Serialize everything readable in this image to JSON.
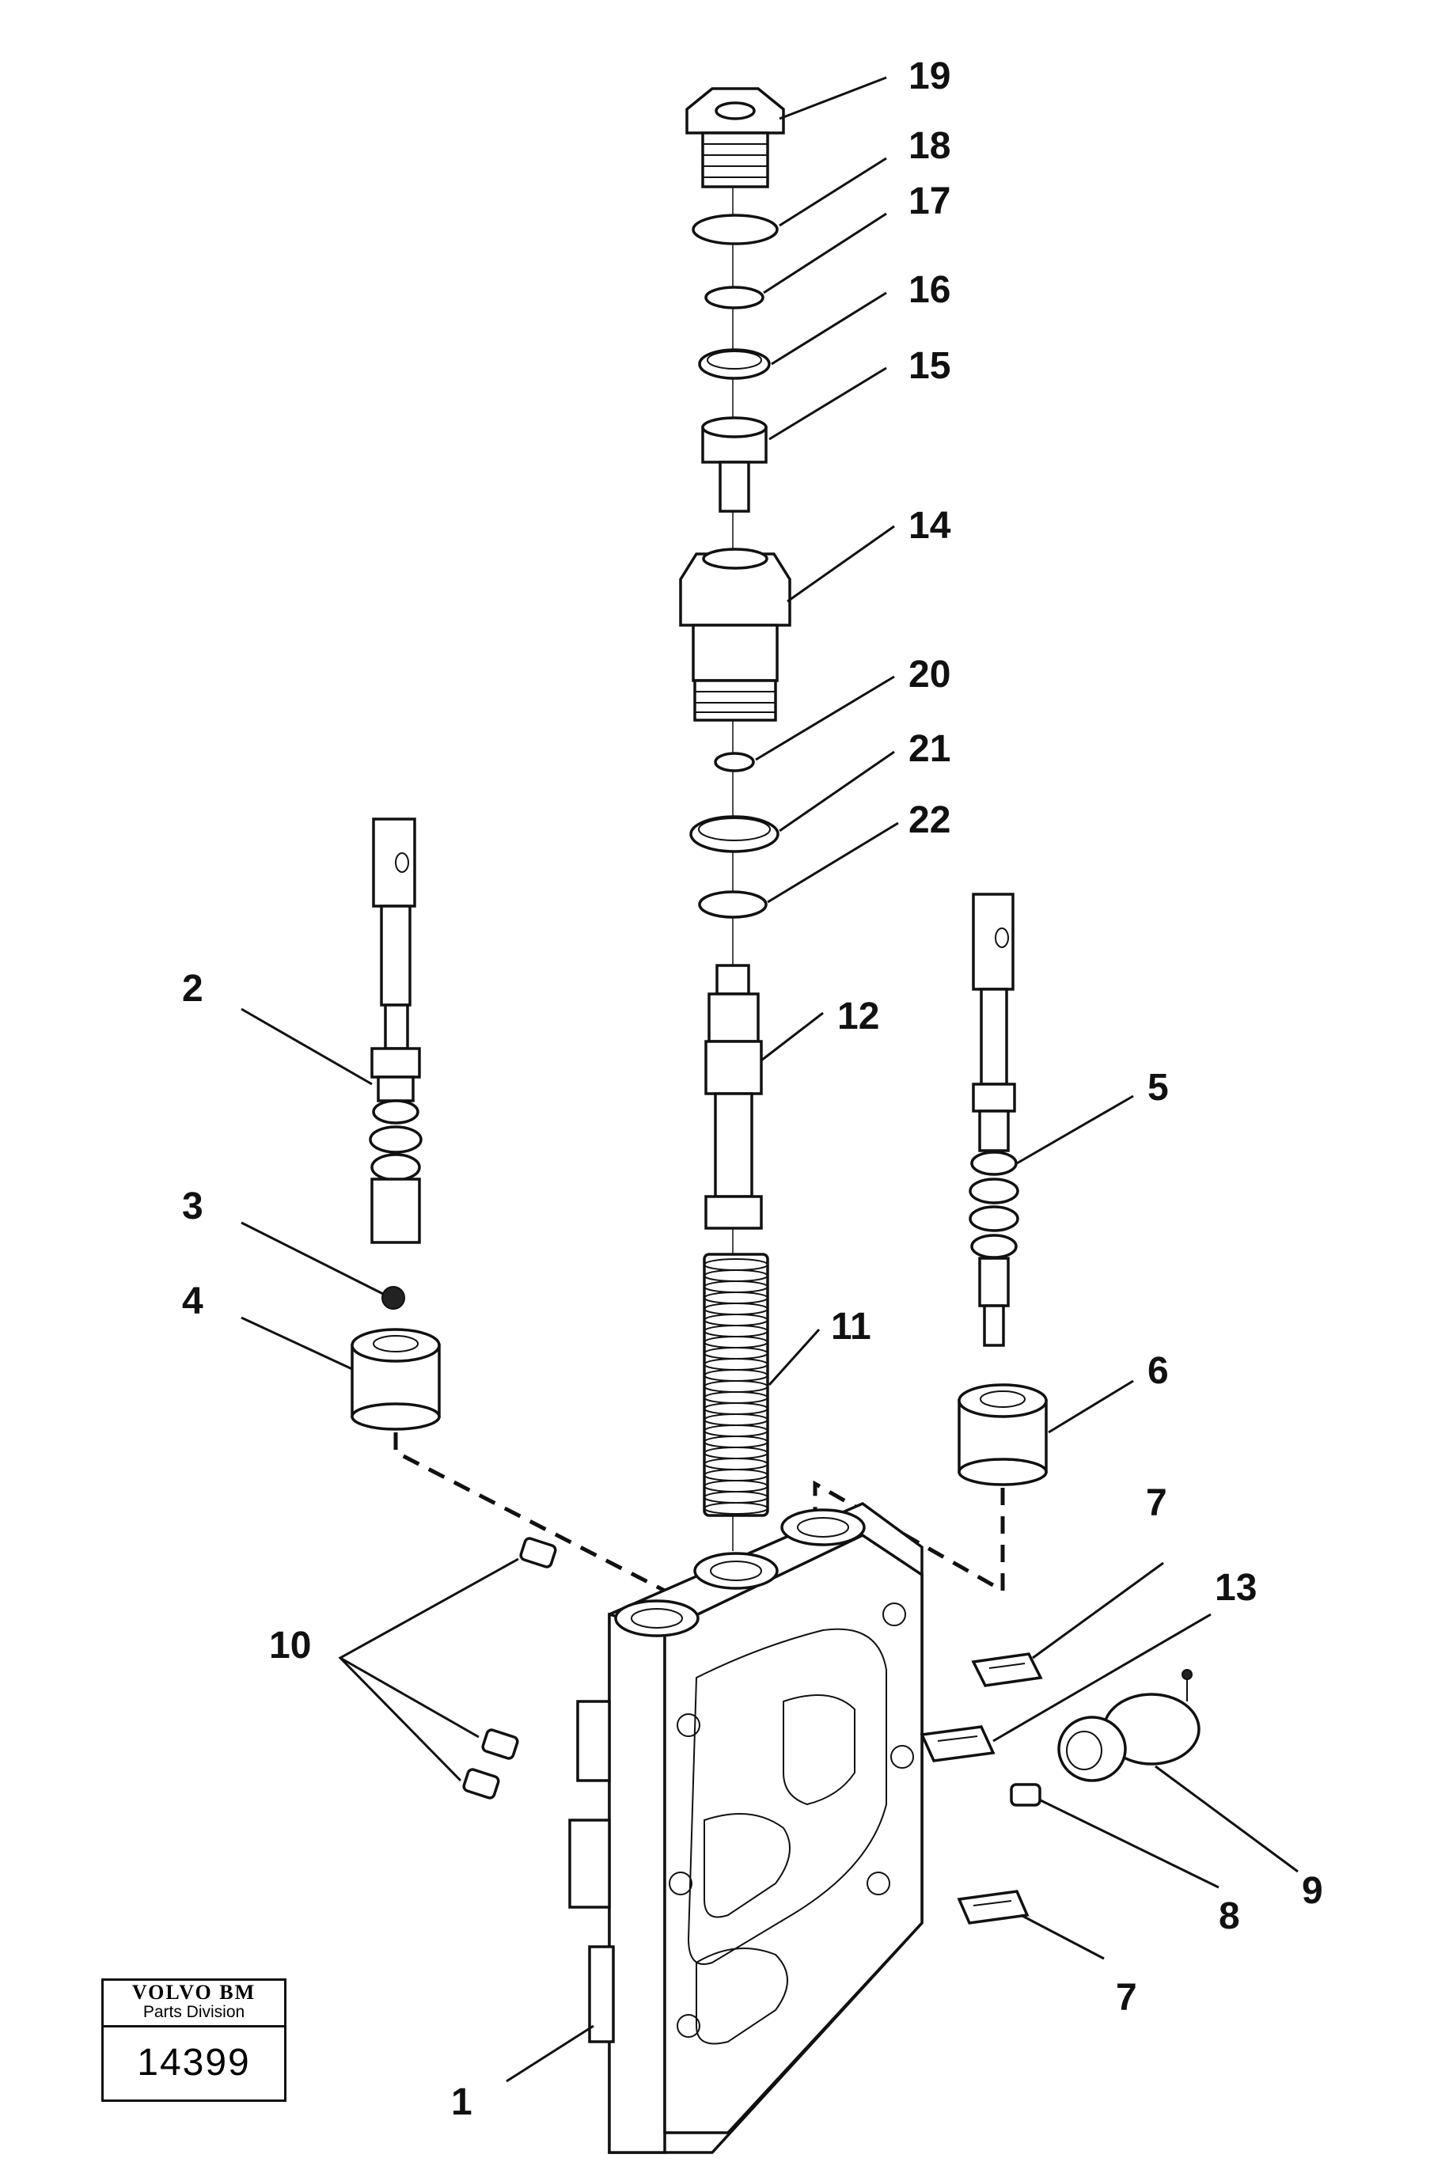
{
  "callouts": {
    "c1": "1",
    "c2": "2",
    "c3": "3",
    "c4": "4",
    "c5": "5",
    "c6": "6",
    "c7a": "7",
    "c7b": "7",
    "c8": "8",
    "c9": "9",
    "c10": "10",
    "c11": "11",
    "c12": "12",
    "c13": "13",
    "c14": "14",
    "c15": "15",
    "c16": "16",
    "c17": "17",
    "c18": "18",
    "c19": "19",
    "c20": "20",
    "c21": "21",
    "c22": "22"
  },
  "logo": {
    "brand": "VOLVO BM",
    "division": "Parts Division",
    "drawing_number": "14399"
  }
}
